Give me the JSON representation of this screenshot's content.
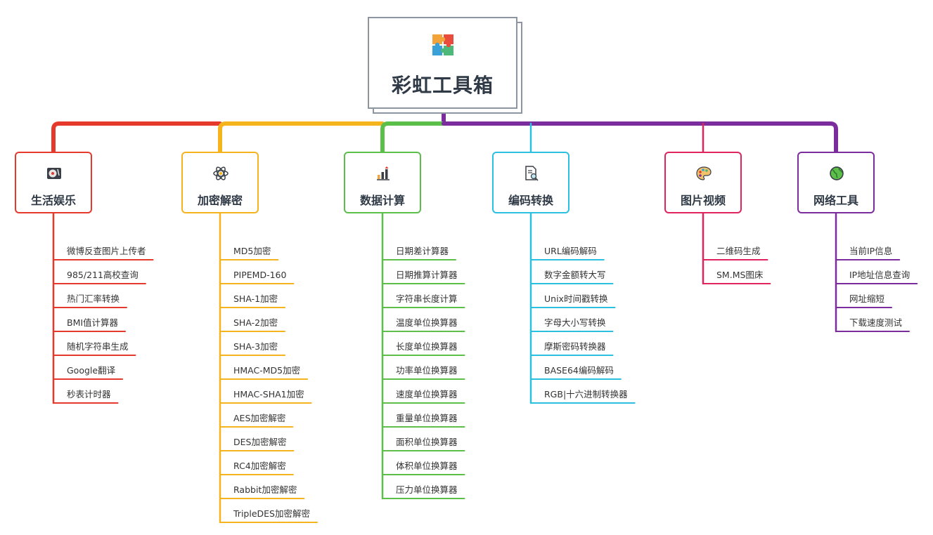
{
  "root": {
    "title": "彩虹工具箱",
    "icon": "puzzle-icon"
  },
  "categories": [
    {
      "id": "life",
      "label": "生活娱乐",
      "icon": "record-player-icon",
      "color": "#e53a2b",
      "items": [
        "微博反查图片上传者",
        "985/211高校查询",
        "热门汇率转换",
        "BMI值计算器",
        "随机字符串生成",
        "Google翻译",
        "秒表计时器"
      ]
    },
    {
      "id": "crypto",
      "label": "加密解密",
      "icon": "atom-icon",
      "color": "#f5b31e",
      "items": [
        "MD5加密",
        "PIPEMD-160",
        "SHA-1加密",
        "SHA-2加密",
        "SHA-3加密",
        "HMAC-MD5加密",
        "HMAC-SHA1加密",
        "AES加密解密",
        "DES加密解密",
        "RC4加密解密",
        "Rabbit加密解密",
        "TripleDES加密解密"
      ]
    },
    {
      "id": "calc",
      "label": "数据计算",
      "icon": "bar-chart-icon",
      "color": "#5cbf4a",
      "items": [
        "日期差计算器",
        "日期推算计算器",
        "字符串长度计算",
        "温度单位换算器",
        "长度单位换算器",
        "功率单位换算器",
        "速度单位换算器",
        "重量单位换算器",
        "面积单位换算器",
        "体积单位换算器",
        "压力单位换算器"
      ]
    },
    {
      "id": "encode",
      "label": "编码转换",
      "icon": "document-search-icon",
      "color": "#2bbfe0",
      "items": [
        "URL编码解码",
        "数字金额转大写",
        "Unix时间戳转换",
        "字母大小写转换",
        "摩斯密码转换器",
        "BASE64编码解码",
        "RGB|十六进制转换器"
      ]
    },
    {
      "id": "image",
      "label": "图片视频",
      "icon": "palette-icon",
      "color": "#e0245e",
      "items": [
        "二维码生成",
        "SM.MS图床"
      ]
    },
    {
      "id": "network",
      "label": "网络工具",
      "icon": "globe-icon",
      "color": "#7b2d9e",
      "items": [
        "当前IP信息",
        "IP地址信息查询",
        "网址缩短",
        "下载速度测试"
      ]
    }
  ]
}
